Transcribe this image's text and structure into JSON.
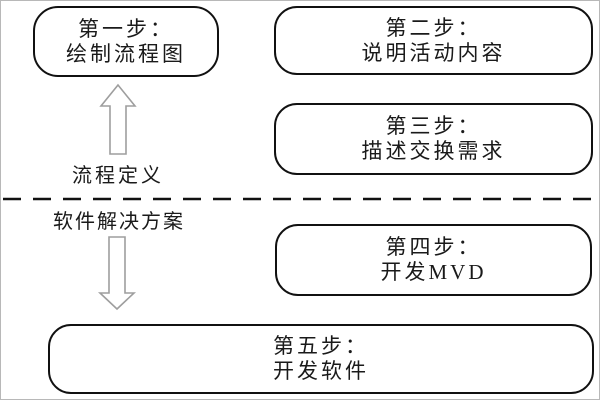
{
  "diagram": {
    "colors": {
      "background": "#ffffff",
      "box_border": "#111111",
      "text": "#1a1a1a",
      "arrow_stroke": "#9e9e9e",
      "arrow_fill": "#ffffff",
      "dashed_line": "#111111"
    },
    "nodes": [
      {
        "name": "step-1",
        "line1": "第一步：",
        "line2": "绘制流程图"
      },
      {
        "name": "step-2",
        "line1": "第二步：",
        "line2": "说明活动内容"
      },
      {
        "name": "step-3",
        "line1": "第三步：",
        "line2": "描述交换需求"
      },
      {
        "name": "step-4",
        "line1": "第四步：",
        "line2": "开发MVD"
      },
      {
        "name": "step-5",
        "line1": "第五步：",
        "line2": "开发软件"
      }
    ],
    "labels": {
      "upper": "流程定义",
      "lower": "软件解决方案"
    },
    "icons": {
      "up_arrow": "up-arrow",
      "down_arrow": "down-arrow"
    }
  }
}
